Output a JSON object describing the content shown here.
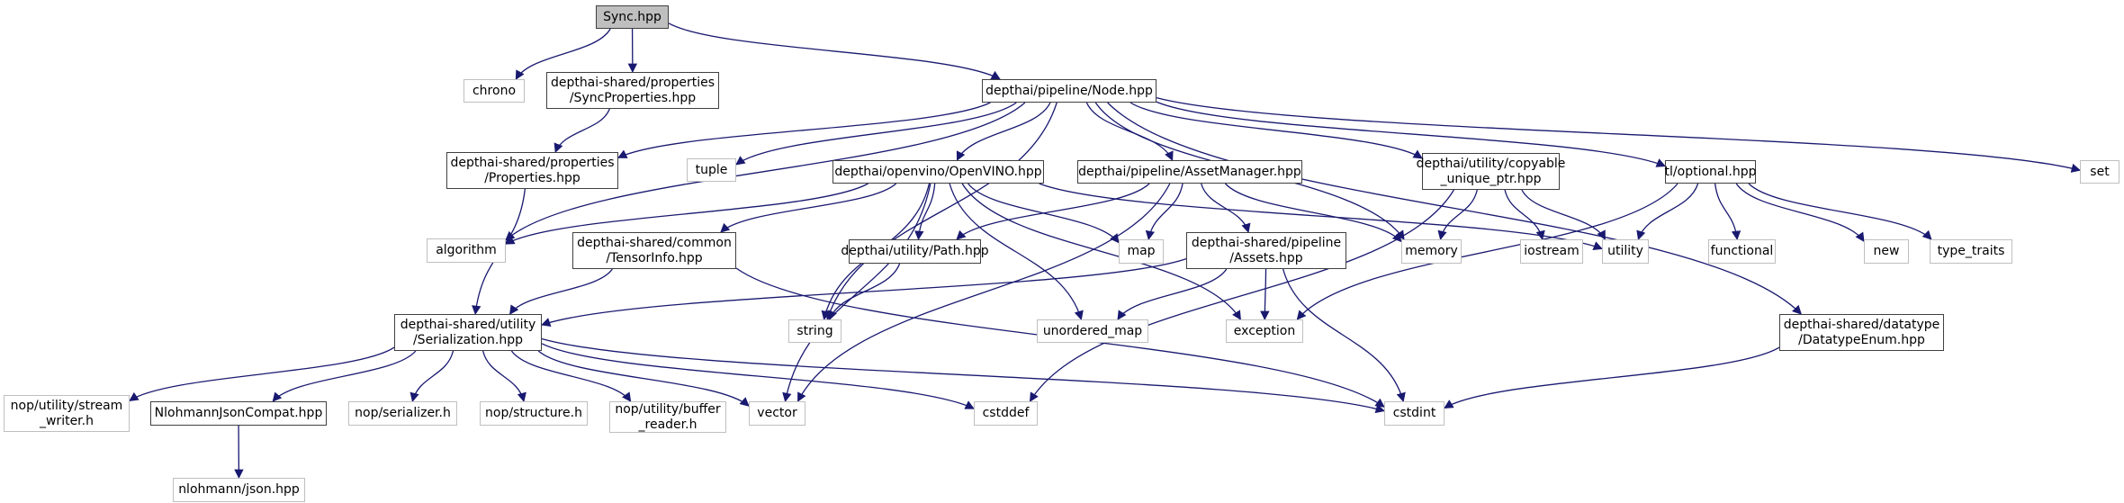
{
  "graph": {
    "title": "Sync.hpp include dependency graph",
    "colors": {
      "edge": "#191970",
      "root_fill": "#bfbfbf",
      "internal_border": "#404040",
      "external_border": "#bfbfbf"
    },
    "nodes": [
      {
        "id": "sync",
        "label": "Sync.hpp",
        "kind": "root"
      },
      {
        "id": "chrono",
        "label": "chrono",
        "kind": "external"
      },
      {
        "id": "syncprops",
        "label": "depthai-shared/properties\n/SyncProperties.hpp",
        "kind": "internal"
      },
      {
        "id": "node",
        "label": "depthai/pipeline/Node.hpp",
        "kind": "internal"
      },
      {
        "id": "props",
        "label": "depthai-shared/properties\n/Properties.hpp",
        "kind": "internal"
      },
      {
        "id": "tuple",
        "label": "tuple",
        "kind": "external"
      },
      {
        "id": "openvino",
        "label": "depthai/openvino/OpenVINO.hpp",
        "kind": "internal"
      },
      {
        "id": "assetmgr",
        "label": "depthai/pipeline/AssetManager.hpp",
        "kind": "internal"
      },
      {
        "id": "copyable",
        "label": "depthai/utility/copyable\n_unique_ptr.hpp",
        "kind": "internal"
      },
      {
        "id": "optional",
        "label": "tl/optional.hpp",
        "kind": "internal"
      },
      {
        "id": "set",
        "label": "set",
        "kind": "external"
      },
      {
        "id": "algorithm",
        "label": "algorithm",
        "kind": "external"
      },
      {
        "id": "tensorinfo",
        "label": "depthai-shared/common\n/TensorInfo.hpp",
        "kind": "internal"
      },
      {
        "id": "path",
        "label": "depthai/utility/Path.hpp",
        "kind": "internal"
      },
      {
        "id": "map",
        "label": "map",
        "kind": "external"
      },
      {
        "id": "assets",
        "label": "depthai-shared/pipeline\n/Assets.hpp",
        "kind": "internal"
      },
      {
        "id": "memory",
        "label": "memory",
        "kind": "external"
      },
      {
        "id": "iostream",
        "label": "iostream",
        "kind": "external"
      },
      {
        "id": "utility",
        "label": "utility",
        "kind": "external"
      },
      {
        "id": "functional",
        "label": "functional",
        "kind": "external"
      },
      {
        "id": "new",
        "label": "new",
        "kind": "external"
      },
      {
        "id": "type_traits",
        "label": "type_traits",
        "kind": "external"
      },
      {
        "id": "serialization",
        "label": "depthai-shared/utility\n/Serialization.hpp",
        "kind": "internal"
      },
      {
        "id": "string",
        "label": "string",
        "kind": "external"
      },
      {
        "id": "unordered_map",
        "label": "unordered_map",
        "kind": "external"
      },
      {
        "id": "exception",
        "label": "exception",
        "kind": "external"
      },
      {
        "id": "datatypeenum",
        "label": "depthai-shared/datatype\n/DatatypeEnum.hpp",
        "kind": "internal"
      },
      {
        "id": "stream_writer",
        "label": "nop/utility/stream\n_writer.h",
        "kind": "external"
      },
      {
        "id": "nlohmanncompat",
        "label": "NlohmannJsonCompat.hpp",
        "kind": "internal"
      },
      {
        "id": "serializer",
        "label": "nop/serializer.h",
        "kind": "external"
      },
      {
        "id": "structure",
        "label": "nop/structure.h",
        "kind": "external"
      },
      {
        "id": "buffer_reader",
        "label": "nop/utility/buffer\n_reader.h",
        "kind": "external"
      },
      {
        "id": "vector",
        "label": "vector",
        "kind": "external"
      },
      {
        "id": "cstddef",
        "label": "cstddef",
        "kind": "external"
      },
      {
        "id": "cstdint",
        "label": "cstdint",
        "kind": "external"
      },
      {
        "id": "json",
        "label": "nlohmann/json.hpp",
        "kind": "external"
      }
    ],
    "edges": [
      [
        "sync",
        "chrono"
      ],
      [
        "sync",
        "syncprops"
      ],
      [
        "sync",
        "node"
      ],
      [
        "syncprops",
        "props"
      ],
      [
        "node",
        "props"
      ],
      [
        "node",
        "tuple"
      ],
      [
        "node",
        "algorithm"
      ],
      [
        "node",
        "string"
      ],
      [
        "node",
        "openvino"
      ],
      [
        "node",
        "assetmgr"
      ],
      [
        "node",
        "memory"
      ],
      [
        "node",
        "copyable"
      ],
      [
        "node",
        "optional"
      ],
      [
        "node",
        "datatypeenum"
      ],
      [
        "node",
        "set"
      ],
      [
        "props",
        "serialization"
      ],
      [
        "openvino",
        "algorithm"
      ],
      [
        "openvino",
        "tensorinfo"
      ],
      [
        "openvino",
        "path"
      ],
      [
        "openvino",
        "map"
      ],
      [
        "openvino",
        "string"
      ],
      [
        "openvino",
        "unordered_map"
      ],
      [
        "openvino",
        "exception"
      ],
      [
        "openvino",
        "utility"
      ],
      [
        "openvino",
        "vector"
      ],
      [
        "assetmgr",
        "path"
      ],
      [
        "assetmgr",
        "map"
      ],
      [
        "assetmgr",
        "assets"
      ],
      [
        "assetmgr",
        "memory"
      ],
      [
        "assetmgr",
        "vector"
      ],
      [
        "copyable",
        "memory"
      ],
      [
        "copyable",
        "iostream"
      ],
      [
        "copyable",
        "utility"
      ],
      [
        "copyable",
        "cstddef"
      ],
      [
        "optional",
        "utility"
      ],
      [
        "optional",
        "functional"
      ],
      [
        "optional",
        "new"
      ],
      [
        "optional",
        "type_traits"
      ],
      [
        "optional",
        "exception"
      ],
      [
        "tensorinfo",
        "serialization"
      ],
      [
        "tensorinfo",
        "cstdint"
      ],
      [
        "path",
        "string"
      ],
      [
        "assets",
        "serialization"
      ],
      [
        "assets",
        "unordered_map"
      ],
      [
        "assets",
        "exception"
      ],
      [
        "assets",
        "cstdint"
      ],
      [
        "serialization",
        "stream_writer"
      ],
      [
        "serialization",
        "nlohmanncompat"
      ],
      [
        "serialization",
        "serializer"
      ],
      [
        "serialization",
        "structure"
      ],
      [
        "serialization",
        "buffer_reader"
      ],
      [
        "serialization",
        "vector"
      ],
      [
        "serialization",
        "cstddef"
      ],
      [
        "serialization",
        "cstdint"
      ],
      [
        "datatypeenum",
        "cstdint"
      ],
      [
        "nlohmanncompat",
        "json"
      ]
    ]
  }
}
